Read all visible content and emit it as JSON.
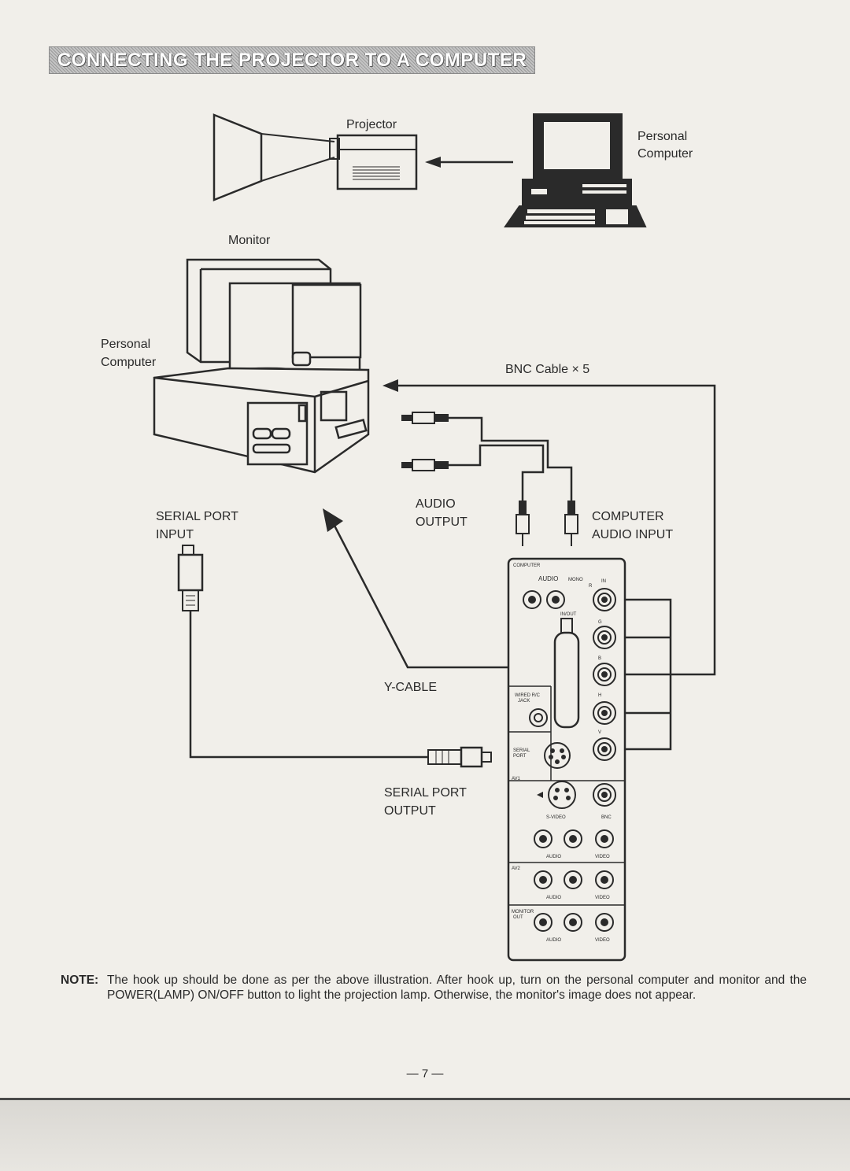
{
  "page_title": "CONNECTING THE PROJECTOR TO A COMPUTER",
  "labels": {
    "projector": "Projector",
    "pc_top_line1": "Personal",
    "pc_top_line2": "Computer",
    "monitor": "Monitor",
    "pc_left_line1": "Personal",
    "pc_left_line2": "Computer",
    "bnc_cable": "BNC Cable × 5",
    "serial_in_line1": "SERIAL PORT",
    "serial_in_line2": "INPUT",
    "audio_out_line1": "AUDIO",
    "audio_out_line2": "OUTPUT",
    "comp_audio_line1": "COMPUTER",
    "comp_audio_line2": "AUDIO INPUT",
    "y_cable": "Y-CABLE",
    "serial_out_line1": "SERIAL PORT",
    "serial_out_line2": "OUTPUT"
  },
  "panel": {
    "computer": "COMPUTER",
    "audio": "AUDIO",
    "mono": "MONO",
    "in": "IN",
    "r": "R",
    "g": "G",
    "b": "B",
    "h": "H",
    "v": "V",
    "in_out": "IN/OUT",
    "wired_rc_1": "WIRED R/C",
    "wired_rc_2": "JACK",
    "serial_1": "SERIAL",
    "serial_2": "PORT",
    "av1": "AV1",
    "av2": "AV2",
    "s_video": "S-VIDEO",
    "bnc": "BNC",
    "video": "VIDEO",
    "monitor_out_1": "MONITOR",
    "monitor_out_2": "OUT"
  },
  "note": {
    "label": "NOTE:",
    "text": "The hook up should be done as per the above illustration. After hook up, turn on the personal computer and monitor and the POWER(LAMP) ON/OFF button to light the projection lamp. Otherwise, the monitor's image does not appear."
  },
  "page_number": "— 7 —"
}
